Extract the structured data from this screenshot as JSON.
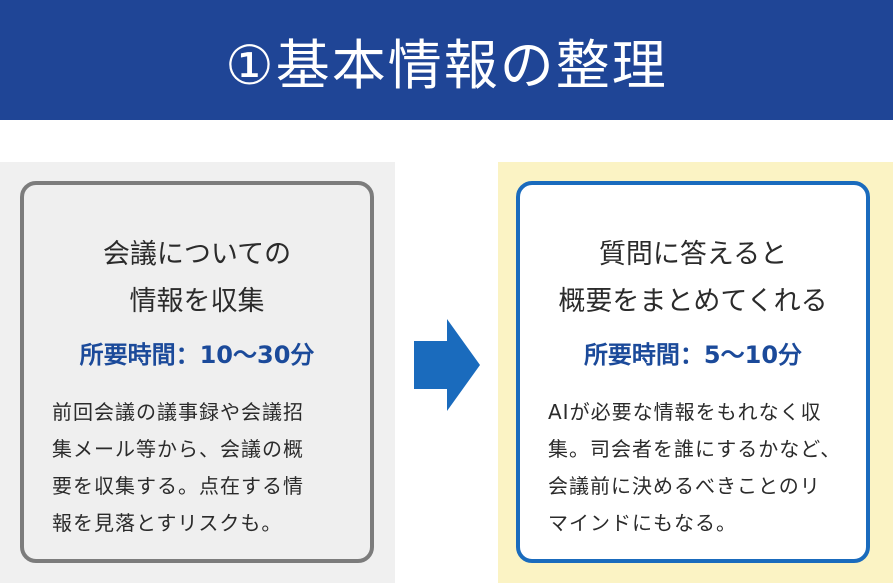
{
  "header": {
    "title": "①基本情報の整理"
  },
  "left_card": {
    "title_line1": "会議についての",
    "title_line2": "情報を収集",
    "time": "所要時間：10〜30分",
    "body": "前回会議の議事録や会議招\n集メール等から、会議の概\n要を収集する。点在する情\n報を見落とすリスクも。"
  },
  "right_card": {
    "title_line1": "質問に答えると",
    "title_line2": "概要をまとめてくれる",
    "time": "所要時間：5〜10分",
    "body": "AIが必要な情報をもれなく収\n集。司会者を誰にするかなど、\n会議前に決めるべきことのリ\nマインドにもなる。"
  },
  "colors": {
    "header_bg": "#1f4596",
    "left_border": "#7c7c7c",
    "right_border": "#1a6bbd",
    "right_panel_bg": "#fbf3c4",
    "time_text": "#1b4a9a",
    "arrow": "#1a6bbd"
  },
  "icons": {
    "arrow": "right-arrow-icon"
  }
}
